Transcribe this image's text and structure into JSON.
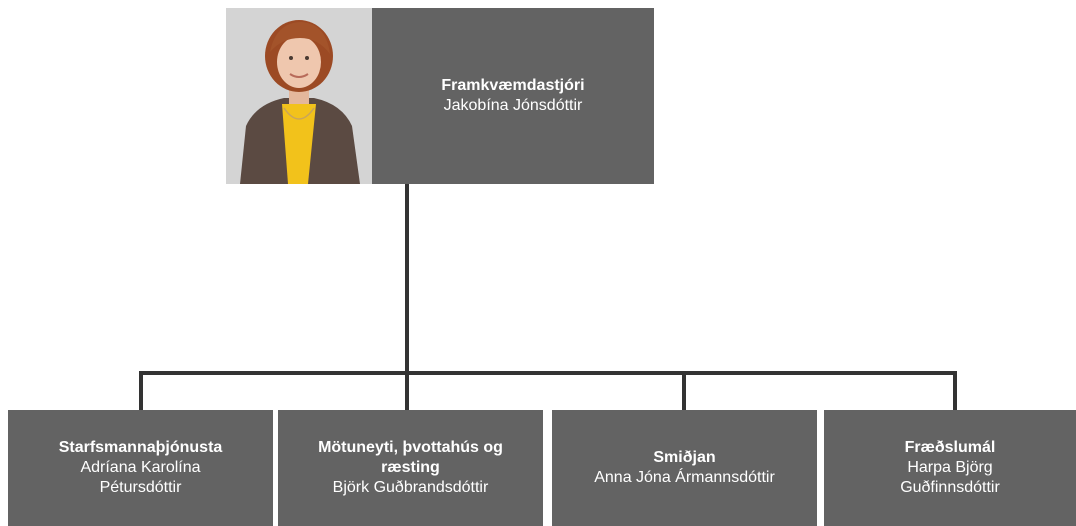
{
  "top": {
    "title": "Framkvæmdastjóri",
    "name": "Jakobína Jónsdóttir"
  },
  "departments": [
    {
      "title": "Starfsmannaþjónusta",
      "name": "Adríana Karolína Pétursdóttir"
    },
    {
      "title": "Mötuneyti, þvottahús og ræsting",
      "name": "Björk Guðbrandsdóttir"
    },
    {
      "title": "Smiðjan",
      "name": "Anna Jóna Ármannsdóttir"
    },
    {
      "title": "Fræðslumál",
      "name": "Harpa Björg Guðfinnsdóttir"
    }
  ],
  "colors": {
    "box": "#636363",
    "connector": "#333333"
  }
}
